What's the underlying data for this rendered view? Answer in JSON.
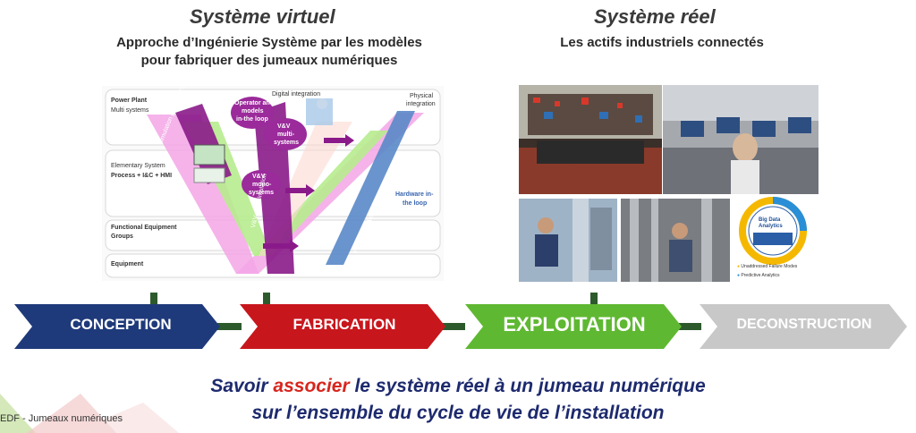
{
  "virtual": {
    "title": "Système virtuel",
    "subtitle_line1": "Approche d’Ingénierie Système par les modèles",
    "subtitle_line2": "pour fabriquer des jumeaux numériques"
  },
  "real": {
    "title": "Système réel",
    "subtitle": "Les actifs industriels connectés"
  },
  "v_diagram": {
    "levels": [
      "Power Plant",
      "Multi systems",
      "Elementary System",
      "Process + I&C + HMI",
      "Functional Equipment",
      "Groups",
      "Equipment"
    ],
    "digital_integration": "Digital integration",
    "physical_integration_1": "Physical",
    "physical_integration_2": "integration",
    "operator_models_1": "Operator and",
    "operator_models_2": "models",
    "operator_models_3": "in-the loop",
    "vv_multi_1": "V&V",
    "vv_multi_2": "multi-",
    "vv_multi_3": "systems",
    "vv_mono_1": "V&V",
    "vv_mono_2": "mono-",
    "vv_mono_3": "systems",
    "sim_process": "Simulation process CC HMI",
    "vv_simulation": "V&V with simulation",
    "integration_validation": "Integration / Verification / Validation",
    "hardware_loop_1": "Hardware in-",
    "hardware_loop_2": "the loop"
  },
  "analytics": {
    "ring_title_1": "Big Data",
    "ring_title_2": "Analytics",
    "legend_1": "Unaddressed Failure Modes",
    "legend_2": "Predictive Analytics",
    "color_1": "#f5b800",
    "color_2": "#2a8fd6"
  },
  "stages": [
    {
      "label": "CONCEPTION",
      "color": "#1f3a7a"
    },
    {
      "label": "FABRICATION",
      "color": "#c8161d"
    },
    {
      "label": "EXPLOITATION",
      "color": "#5fb832"
    },
    {
      "label": "DECONSTRUCTION",
      "color": "#c8c8c8"
    }
  ],
  "bottom": {
    "line1_before": "Savoir ",
    "line1_accent": "associer",
    "line1_after": " le système réel à un jumeau numérique",
    "line2": "sur l’ensemble du cycle de vie de l’installation"
  },
  "footer": "EDF - Jumeaux numériques"
}
